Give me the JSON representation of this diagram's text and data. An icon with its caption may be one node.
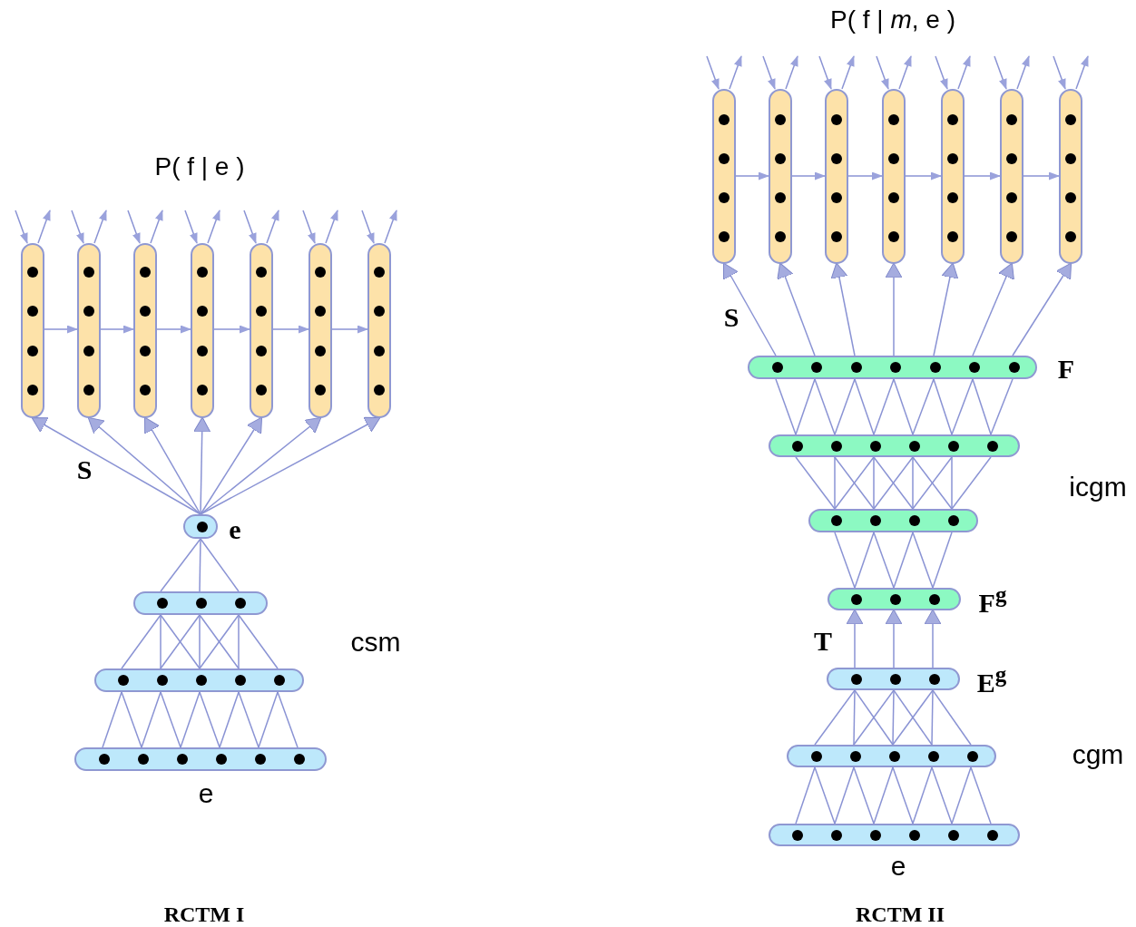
{
  "diagram": {
    "nodes": [
      {
        "text": [],
        "shape": "bar"
      },
      {
        "text": [],
        "shape": "bar"
      },
      {
        "text": [],
        "shape": "bar"
      },
      {
        "text": [],
        "shape": "bar"
      },
      {
        "text": [],
        "shape": "bar"
      },
      {
        "text": [],
        "shape": "bar"
      },
      {
        "text": [],
        "shape": "bar"
      },
      {
        "text": [],
        "shape": "bar",
        "beside": [
          "e"
        ]
      },
      {
        "text": [],
        "shape": "bar"
      },
      {
        "text": [],
        "shape": "bar"
      },
      {
        "text": [],
        "shape": "bar",
        "beside": [
          "e"
        ]
      },
      {
        "text": [],
        "shape": "bar"
      },
      {
        "text": [],
        "shape": "bar"
      },
      {
        "text": [],
        "shape": "bar"
      },
      {
        "text": [],
        "shape": "bar"
      },
      {
        "text": [],
        "shape": "bar"
      },
      {
        "text": [],
        "shape": "bar"
      },
      {
        "text": [],
        "shape": "bar"
      },
      {
        "text": [],
        "shape": "bar",
        "beside": [
          "F"
        ]
      },
      {
        "text": [],
        "shape": "bar"
      },
      {
        "text": [],
        "shape": "bar"
      },
      {
        "text": [],
        "shape": "bar",
        "beside": [
          "F$^{g}$"
        ]
      },
      {
        "text": [],
        "shape": "bar",
        "beside": [
          "E$^{g}$"
        ]
      },
      {
        "text": [],
        "shape": "bar"
      },
      {
        "text": [],
        "shape": "bar",
        "beside": [
          "e"
        ]
      }
    ],
    "edges": [
      {
        "from": null,
        "to": 0,
        "arrow": "to"
      },
      {
        "from": 0,
        "to": null,
        "arrow": "to"
      },
      {
        "from": null,
        "to": 1,
        "arrow": "to"
      },
      {
        "from": 1,
        "to": null,
        "arrow": "to"
      },
      {
        "from": null,
        "to": 2,
        "arrow": "to"
      },
      {
        "from": 2,
        "to": null,
        "arrow": "to"
      },
      {
        "from": null,
        "to": 3,
        "arrow": "to"
      },
      {
        "from": 3,
        "to": null,
        "arrow": "to"
      },
      {
        "from": null,
        "to": 4,
        "arrow": "to"
      },
      {
        "from": 4,
        "to": null,
        "arrow": "to"
      },
      {
        "from": null,
        "to": 5,
        "arrow": "to"
      },
      {
        "from": 5,
        "to": null,
        "arrow": "to"
      },
      {
        "from": null,
        "to": 6,
        "arrow": "to"
      },
      {
        "from": 6,
        "to": null,
        "arrow": "to"
      },
      {
        "from": 0,
        "to": 1,
        "arrow": "to"
      },
      {
        "from": 1,
        "to": 2,
        "arrow": "to"
      },
      {
        "from": 2,
        "to": 3,
        "arrow": "to"
      },
      {
        "from": 3,
        "to": 4,
        "arrow": "to"
      },
      {
        "from": 4,
        "to": 5,
        "arrow": "to"
      },
      {
        "from": 5,
        "to": 6,
        "arrow": "to"
      },
      {
        "from": 7,
        "to": 0,
        "arrow": "to"
      },
      {
        "from": 7,
        "to": 1,
        "arrow": "to"
      },
      {
        "from": 7,
        "to": 2,
        "arrow": "to"
      },
      {
        "from": 7,
        "to": 3,
        "arrow": "to"
      },
      {
        "from": 7,
        "to": 4,
        "arrow": "to"
      },
      {
        "from": 7,
        "to": 5,
        "arrow": "to"
      },
      {
        "from": 7,
        "to": 6,
        "arrow": "to"
      },
      {
        "from": 8,
        "to": 7,
        "arrow": "none"
      },
      {
        "from": 8,
        "to": 7,
        "arrow": "none"
      },
      {
        "from": 8,
        "to": 7,
        "arrow": "none"
      },
      {
        "from": 9,
        "to": 8,
        "arrow": "none"
      },
      {
        "from": 9,
        "to": 8,
        "arrow": "none"
      },
      {
        "from": 9,
        "to": 8,
        "arrow": "none"
      },
      {
        "from": 9,
        "to": 8,
        "arrow": "none"
      },
      {
        "from": 9,
        "to": 8,
        "arrow": "none"
      },
      {
        "from": 9,
        "to": 8,
        "arrow": "none"
      },
      {
        "from": 9,
        "to": 8,
        "arrow": "none"
      },
      {
        "from": 9,
        "to": 8,
        "arrow": "none"
      },
      {
        "from": 9,
        "to": 8,
        "arrow": "none"
      },
      {
        "from": 10,
        "to": 9,
        "arrow": "none"
      },
      {
        "from": 10,
        "to": 9,
        "arrow": "none"
      },
      {
        "from": 10,
        "to": 9,
        "arrow": "none"
      },
      {
        "from": 10,
        "to": 9,
        "arrow": "none"
      },
      {
        "from": 10,
        "to": 9,
        "arrow": "none"
      },
      {
        "from": 10,
        "to": 9,
        "arrow": "none"
      },
      {
        "from": 10,
        "to": 9,
        "arrow": "none"
      },
      {
        "from": 10,
        "to": 9,
        "arrow": "none"
      },
      {
        "from": 10,
        "to": 9,
        "arrow": "none"
      },
      {
        "from": 10,
        "to": 9,
        "arrow": "none"
      },
      {
        "from": null,
        "to": 11,
        "arrow": "to"
      },
      {
        "from": 11,
        "to": null,
        "arrow": "to"
      },
      {
        "from": null,
        "to": 12,
        "arrow": "to"
      },
      {
        "from": 12,
        "to": null,
        "arrow": "to"
      },
      {
        "from": null,
        "to": 13,
        "arrow": "to"
      },
      {
        "from": 13,
        "to": null,
        "arrow": "to"
      },
      {
        "from": null,
        "to": 14,
        "arrow": "to"
      },
      {
        "from": 14,
        "to": null,
        "arrow": "to"
      },
      {
        "from": null,
        "to": 15,
        "arrow": "to"
      },
      {
        "from": 15,
        "to": null,
        "arrow": "to"
      },
      {
        "from": null,
        "to": 16,
        "arrow": "to"
      },
      {
        "from": 16,
        "to": null,
        "arrow": "to"
      },
      {
        "from": null,
        "to": 17,
        "arrow": "to"
      },
      {
        "from": 17,
        "to": null,
        "arrow": "to"
      },
      {
        "from": 11,
        "to": 12,
        "arrow": "to"
      },
      {
        "from": 12,
        "to": 13,
        "arrow": "to"
      },
      {
        "from": 13,
        "to": 14,
        "arrow": "to"
      },
      {
        "from": 14,
        "to": 15,
        "arrow": "to"
      },
      {
        "from": 15,
        "to": 16,
        "arrow": "to"
      },
      {
        "from": 16,
        "to": 17,
        "arrow": "to"
      },
      {
        "from": 18,
        "to": 11,
        "arrow": "to"
      },
      {
        "from": 18,
        "to": 12,
        "arrow": "to"
      },
      {
        "from": 18,
        "to": 13,
        "arrow": "to"
      },
      {
        "from": 18,
        "to": 14,
        "arrow": "to"
      },
      {
        "from": 18,
        "to": 15,
        "arrow": "to"
      },
      {
        "from": 18,
        "to": 16,
        "arrow": "to"
      },
      {
        "from": 18,
        "to": 17,
        "arrow": "to"
      },
      {
        "from": 19,
        "to": 18,
        "arrow": "none"
      },
      {
        "from": 19,
        "to": 18,
        "arrow": "none"
      },
      {
        "from": 19,
        "to": 18,
        "arrow": "none"
      },
      {
        "from": 19,
        "to": 18,
        "arrow": "none"
      },
      {
        "from": 19,
        "to": 18,
        "arrow": "none"
      },
      {
        "from": 19,
        "to": 18,
        "arrow": "none"
      },
      {
        "from": 19,
        "to": 18,
        "arrow": "none"
      },
      {
        "from": 19,
        "to": 18,
        "arrow": "none"
      },
      {
        "from": 19,
        "to": 18,
        "arrow": "none"
      },
      {
        "from": 19,
        "to": 18,
        "arrow": "none"
      },
      {
        "from": 19,
        "to": 18,
        "arrow": "none"
      },
      {
        "from": 19,
        "to": 18,
        "arrow": "none"
      },
      {
        "from": 20,
        "to": 19,
        "arrow": "none"
      },
      {
        "from": 20,
        "to": 19,
        "arrow": "none"
      },
      {
        "from": 20,
        "to": 19,
        "arrow": "none"
      },
      {
        "from": 20,
        "to": 19,
        "arrow": "none"
      },
      {
        "from": 20,
        "to": 19,
        "arrow": "none"
      },
      {
        "from": 20,
        "to": 19,
        "arrow": "none"
      },
      {
        "from": 20,
        "to": 19,
        "arrow": "none"
      },
      {
        "from": 20,
        "to": 19,
        "arrow": "none"
      },
      {
        "from": 20,
        "to": 19,
        "arrow": "none"
      },
      {
        "from": 20,
        "to": 19,
        "arrow": "none"
      },
      {
        "from": 20,
        "to": 19,
        "arrow": "none"
      },
      {
        "from": 20,
        "to": 19,
        "arrow": "none"
      },
      {
        "from": 21,
        "to": 20,
        "arrow": "none"
      },
      {
        "from": 21,
        "to": 20,
        "arrow": "none"
      },
      {
        "from": 21,
        "to": 20,
        "arrow": "none"
      },
      {
        "from": 21,
        "to": 20,
        "arrow": "none"
      },
      {
        "from": 21,
        "to": 20,
        "arrow": "none"
      },
      {
        "from": 21,
        "to": 20,
        "arrow": "none"
      },
      {
        "from": 22,
        "to": 21,
        "arrow": "to"
      },
      {
        "from": 22,
        "to": 21,
        "arrow": "to"
      },
      {
        "from": 22,
        "to": 21,
        "arrow": "to"
      },
      {
        "from": 23,
        "to": 22,
        "arrow": "none"
      },
      {
        "from": 23,
        "to": 22,
        "arrow": "none"
      },
      {
        "from": 23,
        "to": 22,
        "arrow": "none"
      },
      {
        "from": 23,
        "to": 22,
        "arrow": "none"
      },
      {
        "from": 23,
        "to": 22,
        "arrow": "none"
      },
      {
        "from": 23,
        "to": 22,
        "arrow": "none"
      },
      {
        "from": 23,
        "to": 22,
        "arrow": "none"
      },
      {
        "from": 23,
        "to": 22,
        "arrow": "none"
      },
      {
        "from": 23,
        "to": 22,
        "arrow": "none"
      },
      {
        "from": 24,
        "to": 23,
        "arrow": "none"
      },
      {
        "from": 24,
        "to": 23,
        "arrow": "none"
      },
      {
        "from": 24,
        "to": 23,
        "arrow": "none"
      },
      {
        "from": 24,
        "to": 23,
        "arrow": "none"
      },
      {
        "from": 24,
        "to": 23,
        "arrow": "none"
      },
      {
        "from": 24,
        "to": 23,
        "arrow": "none"
      },
      {
        "from": 24,
        "to": 23,
        "arrow": "none"
      },
      {
        "from": 24,
        "to": 23,
        "arrow": "none"
      },
      {
        "from": 24,
        "to": 23,
        "arrow": "none"
      },
      {
        "from": 24,
        "to": 23,
        "arrow": "none"
      }
    ],
    "labels": [
      "P( f | *m*, e )",
      "P( f | e )",
      "S",
      "S",
      "icgm",
      "csm",
      "T",
      "cgm",
      "RCTM I",
      "RCTM II"
    ]
  }
}
